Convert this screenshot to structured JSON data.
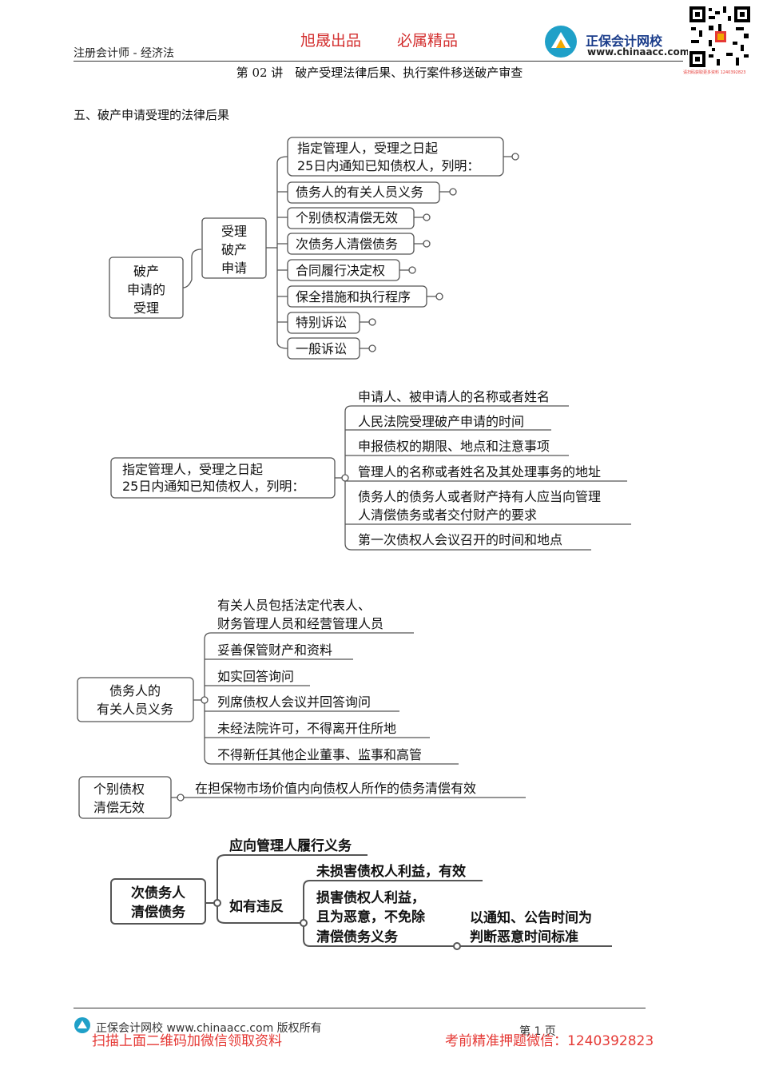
{
  "header": {
    "course": "注册会计师 - 经济法",
    "brand_tag1": "旭晟出品",
    "brand_tag2": "必属精品",
    "logo_name": "正保会计网校",
    "logo_url": "www.chinaacc.com",
    "qr_note": "请扫码获取更多资料 1240392823"
  },
  "lecture_title": "第 02 讲　破产受理法律后果、执行案件移送破产审查",
  "section_title": "五、破产申请受理的法律后果",
  "map1": {
    "root": [
      "破产",
      "申请的",
      "受理"
    ],
    "mid": [
      "受理",
      "破产",
      "申请"
    ],
    "branch1": [
      "指定管理人，受理之日起",
      "25日内通知已知债权人，列明："
    ],
    "branches": [
      "债务人的有关人员义务",
      "个别债权清偿无效",
      "次债务人清偿债务",
      "合同履行决定权",
      "保全措施和执行程序",
      "特别诉讼",
      "一般诉讼"
    ]
  },
  "map2": {
    "root": [
      "指定管理人，受理之日起",
      "25日内通知已知债权人，列明："
    ],
    "items": [
      [
        "申请人、被申请人的名称或者姓名"
      ],
      [
        "人民法院受理破产申请的时间"
      ],
      [
        "申报债权的期限、地点和注意事项"
      ],
      [
        "管理人的名称或者姓名及其处理事务的地址"
      ],
      [
        "债务人的债务人或者财产持有人应当向管理",
        "人清偿债务或者交付财产的要求"
      ],
      [
        "第一次债权人会议召开的时间和地点"
      ]
    ]
  },
  "map3": {
    "root": [
      "债务人的",
      "有关人员义务"
    ],
    "items": [
      [
        "有关人员包括法定代表人、",
        "财务管理人员和经营管理人员"
      ],
      [
        "妥善保管财产和资料"
      ],
      [
        "如实回答询问"
      ],
      [
        "列席债权人会议并回答询问"
      ],
      [
        "未经法院许可，不得离开住所地"
      ],
      [
        "不得新任其他企业董事、监事和高管"
      ]
    ]
  },
  "map4": {
    "root": [
      "个别债权",
      "清偿无效"
    ],
    "item": "在担保物市场价值内向债权人所作的债务清偿有效"
  },
  "map5": {
    "root": [
      "次债务人",
      "清偿债务"
    ],
    "duty": "应向管理人履行义务",
    "violation": "如有违反",
    "good_faith": "未损害债权人利益，有效",
    "bad_faith": [
      "损害债权人利益，",
      "且为恶意，不免除",
      "清偿债务义务"
    ],
    "standard": [
      "以通知、公告时间为",
      "判断恶意时间标准"
    ]
  },
  "footer": {
    "copyright": "正保会计网校 www.chinaacc.com 版权所有",
    "page": "第 1 页",
    "promo_left": "扫描上面二维码加微信领取资料",
    "promo_right": "考前精准押题微信：1240392823"
  }
}
